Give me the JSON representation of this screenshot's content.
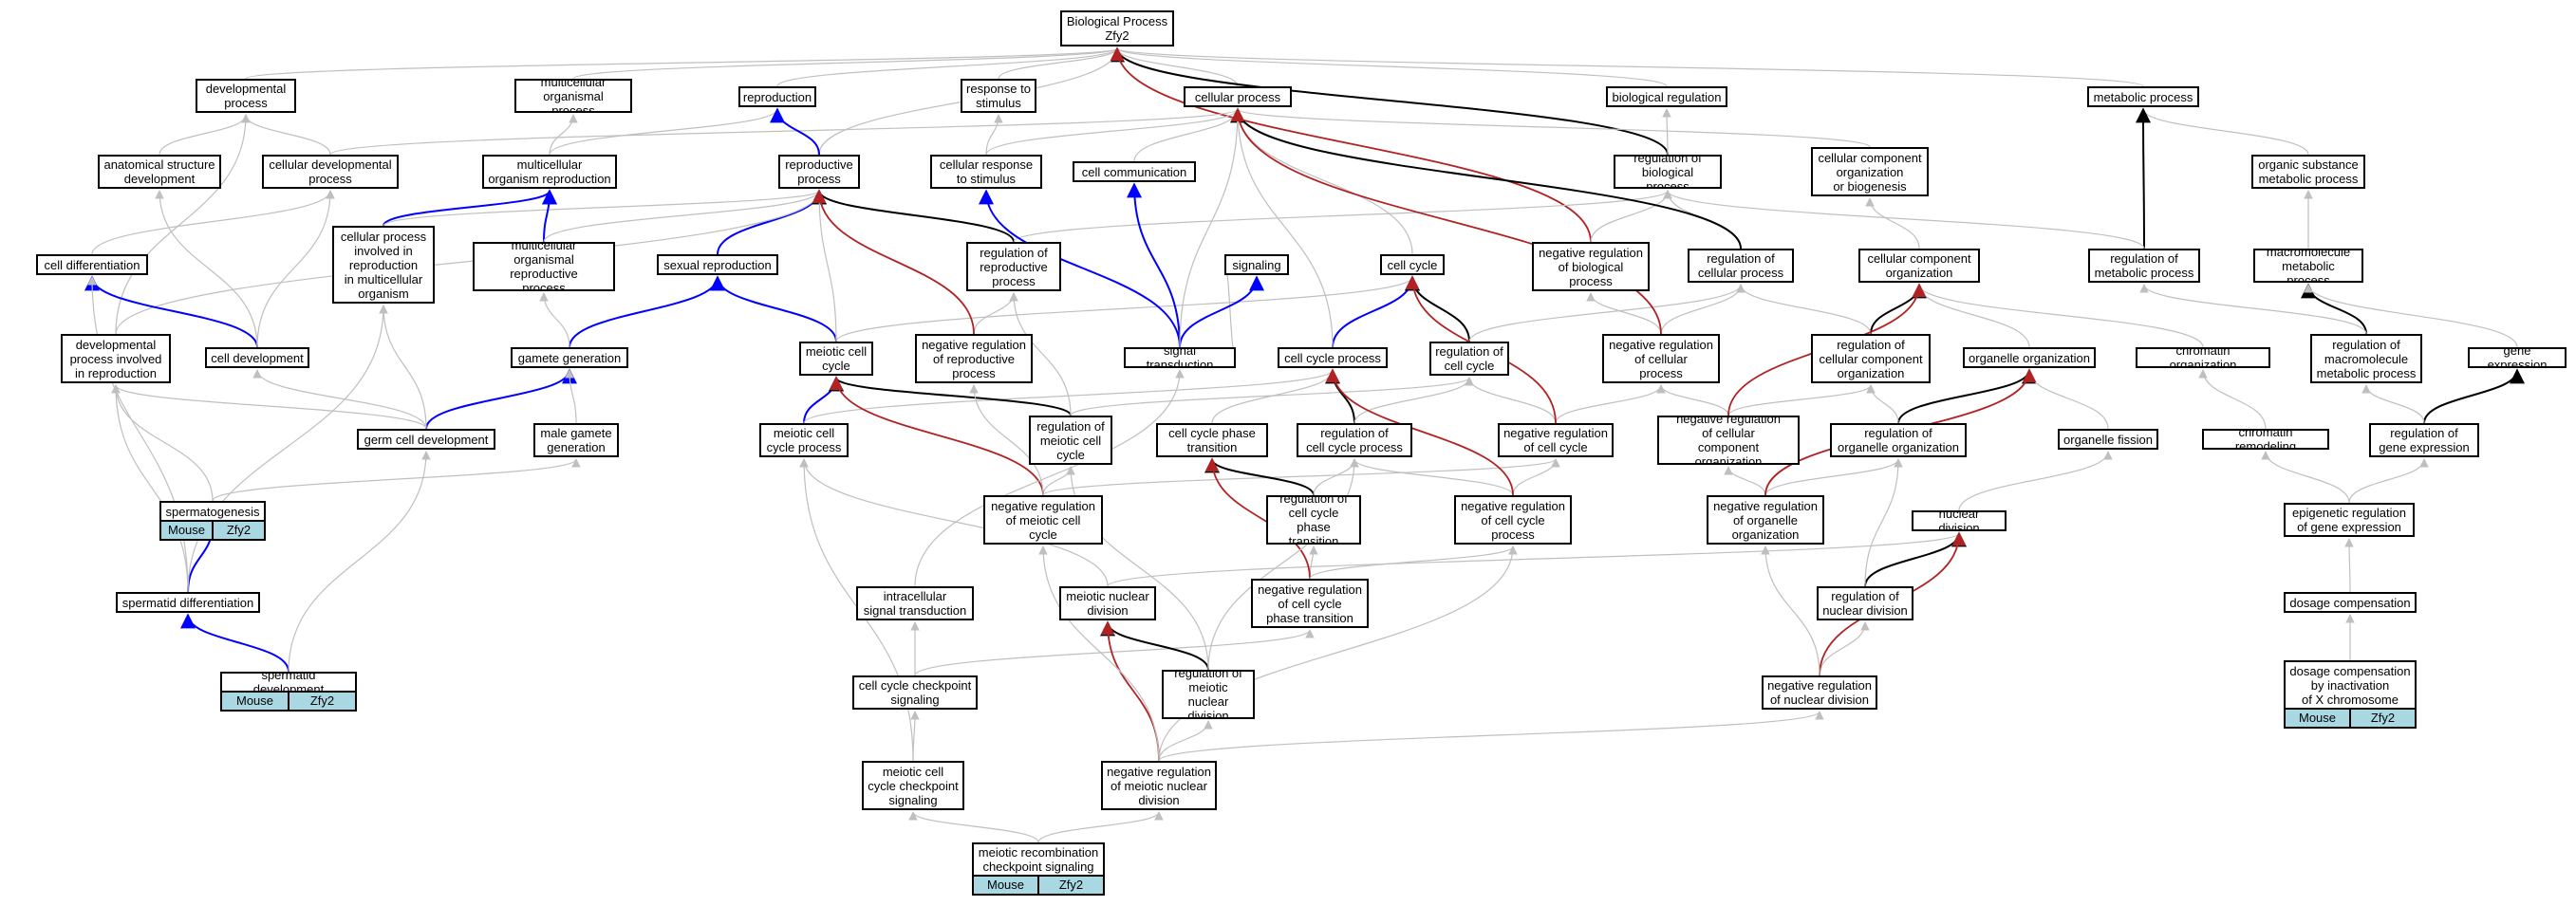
{
  "diagram_type": "gene ontology directed acyclic graph",
  "colors": {
    "node_border": "#000000",
    "node_fill": "#ffffff",
    "annotation_fill": "#a9d8e3",
    "edge_is_a": "#bfbfbf",
    "edge_part_of": "#000000",
    "edge_positively_regulates": "#0000ff",
    "edge_negatively_regulates": "#b22222"
  },
  "nodes": {
    "bp": "Biological Process\nZfy2",
    "devproc": "developmental\nprocess",
    "multiorg": "multicellular\norganismal process",
    "repro": "reproduction",
    "respstim": "response to\nstimulus",
    "cellproc": "cellular process",
    "bioreg": "biological regulation",
    "metab": "metabolic process",
    "anatdev": "anatomical structure\ndevelopment",
    "celldevproc": "cellular developmental\nprocess",
    "multirepro": "multicellular\norganism reproduction",
    "reproproc": "reproductive\nprocess",
    "cellresp": "cellular response\nto stimulus",
    "cellcomm": "cell communication",
    "regbio": "regulation of\nbiological process",
    "ccorgbio": "cellular component\norganization\nor biogenesis",
    "orgsub": "organic substance\nmetabolic process",
    "celldiff": "cell differentiation",
    "cpinvolved": "cellular process\ninvolved in\nreproduction\nin multicellular\norganism",
    "multireproproc": "multicellular\norganismal reproductive\nprocess",
    "sexrepro": "sexual reproduction",
    "regrepro": "regulation of\nreproductive\nprocess",
    "signaling": "signaling",
    "cellcycle": "cell cycle",
    "negregbio": "negative regulation\nof biological\nprocess",
    "regcell": "regulation of\ncellular process",
    "ccorg": "cellular component\norganization",
    "regmetab": "regulation of\nmetabolic process",
    "macromol": "macromolecule\nmetabolic process",
    "devinv": "developmental\nprocess involved\nin reproduction",
    "celldev": "cell development",
    "gamgen": "gamete generation",
    "meicc": "meiotic cell\ncycle",
    "negregrepro": "negative regulation\nof reproductive\nprocess",
    "sigtrans": "signal transduction",
    "ccproc": "cell cycle process",
    "regcc": "regulation of\ncell cycle",
    "negregcell": "negative regulation\nof cellular\nprocess",
    "regccorg": "regulation of\ncellular component\norganization",
    "orgorg": "organelle organization",
    "chromorg": "chromatin organization",
    "regmacro": "regulation of\nmacromolecule\nmetabolic process",
    "geneexp": "gene expression",
    "germdev": "germ cell development",
    "malegam": "male gamete\ngeneration",
    "meiccproc": "meiotic cell\ncycle process",
    "regmeicc": "regulation of\nmeiotic cell\ncycle",
    "ccphase": "cell cycle phase\ntransition",
    "regccproc": "regulation of\ncell cycle process",
    "negregcc": "negative regulation\nof cell cycle",
    "negregccorg": "negative regulation\nof cellular\ncomponent organization",
    "regorgorg": "regulation of\norganelle organization",
    "orgfis": "organelle fission",
    "chromrem": "chromatin remodeling",
    "reggeneexp": "regulation of\ngene expression",
    "spermatogenesis": "spermatogenesis",
    "negregmeicc": "negative regulation\nof meiotic cell\ncycle",
    "regccphase": "regulation of\ncell cycle phase\ntransition",
    "negregccproc": "negative regulation\nof cell cycle\nprocess",
    "negregorgorg": "negative regulation\nof organelle\norganization",
    "nucdiv": "nuclear division",
    "epigen": "epigenetic regulation\nof gene expression",
    "spermdiff": "spermatid differentiation",
    "intrasig": "intracellular\nsignal transduction",
    "meinuc": "meiotic nuclear\ndivision",
    "negregccphase": "negative regulation\nof cell cycle\nphase transition",
    "regnucdiv": "regulation of\nnuclear division",
    "dosage": "dosage compensation",
    "spermdev": "spermatid development",
    "ccchk": "cell cycle checkpoint\nsignaling",
    "regmeinuc": "regulation of\nmeiotic nuclear\ndivision",
    "negregnucdiv": "negative regulation\nof nuclear division",
    "dosagex": "dosage compensation\nby inactivation\nof X chromosome",
    "meiccchk": "meiotic cell\ncycle checkpoint\nsignaling",
    "negregmeinuc": "negative regulation\nof meiotic nuclear\ndivision",
    "meirec": "meiotic recombination\ncheckpoint signaling"
  },
  "annotations": {
    "spermatogenesis": [
      "Mouse",
      "Zfy2"
    ],
    "spermdev": [
      "Mouse",
      "Zfy2"
    ],
    "meirec": [
      "Mouse",
      "Zfy2"
    ],
    "dosagex": [
      "Mouse",
      "Zfy2"
    ]
  }
}
